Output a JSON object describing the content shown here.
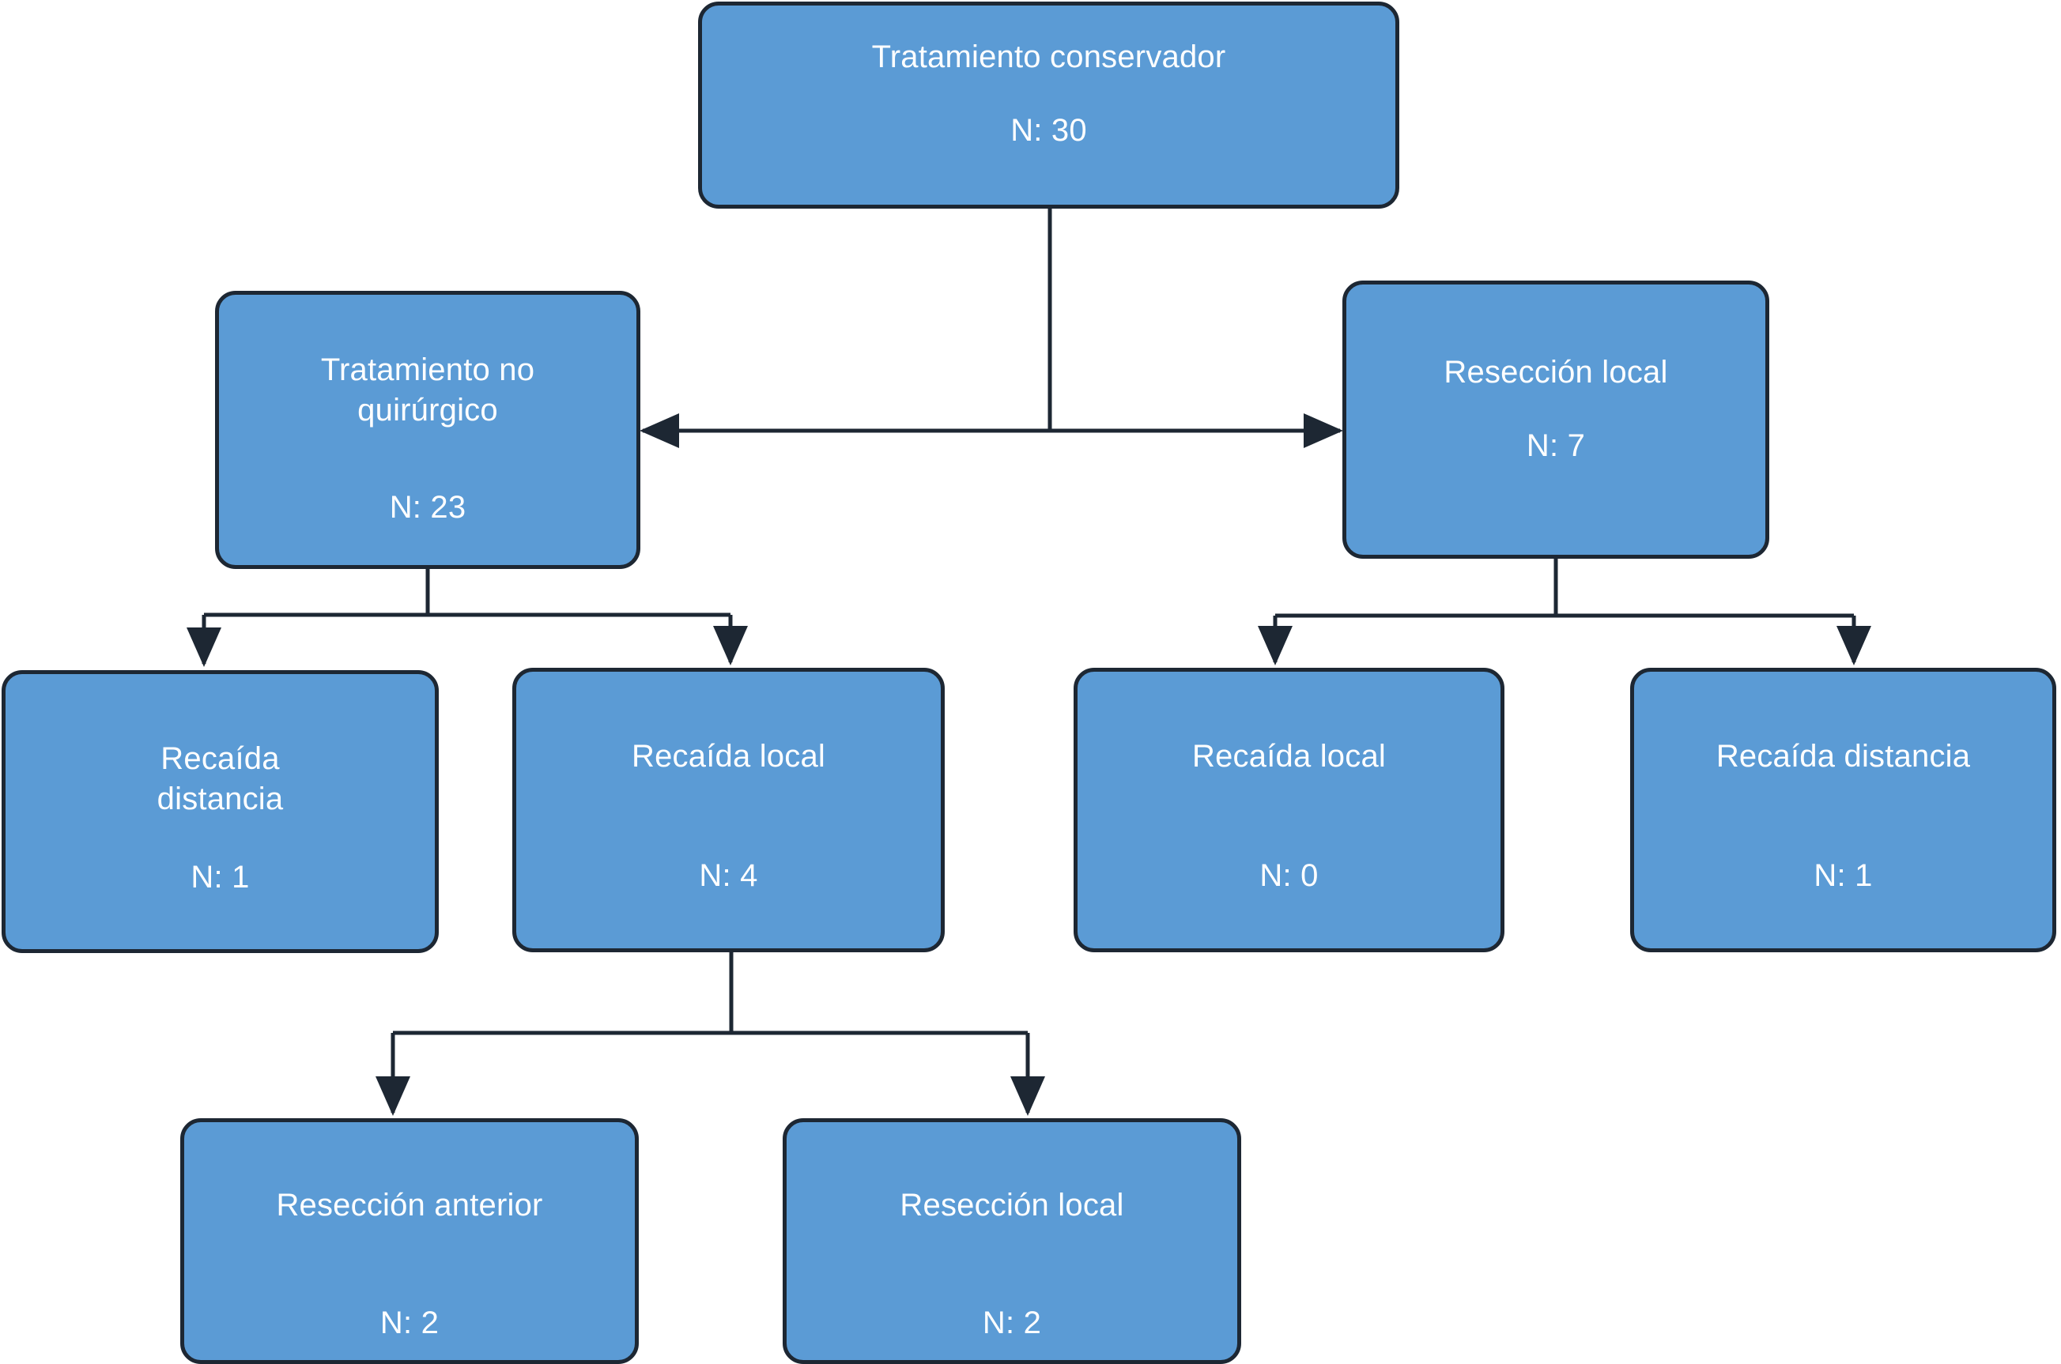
{
  "diagram": {
    "colors": {
      "node_fill": "#5b9bd5",
      "node_border": "#1d2733",
      "node_text": "#ffffff",
      "edge": "#1d2733",
      "background": "#ffffff"
    },
    "nodes": [
      {
        "id": "root",
        "title": "Tratamiento conservador",
        "count": "N: 30"
      },
      {
        "id": "nonsurg",
        "title": "Tratamiento no\nquirúrgico",
        "count": "N: 23"
      },
      {
        "id": "resloc",
        "title": "Resección local",
        "count": "N: 7"
      },
      {
        "id": "r3a",
        "title": "Recaída\ndistancia",
        "count": "N: 1"
      },
      {
        "id": "r3b",
        "title": "Recaída local",
        "count": "N: 4"
      },
      {
        "id": "r3c",
        "title": "Recaída local",
        "count": "N: 0"
      },
      {
        "id": "r3d",
        "title": "Recaída distancia",
        "count": "N: 1"
      },
      {
        "id": "r4a",
        "title": "Resección anterior",
        "count": "N: 2"
      },
      {
        "id": "r4b",
        "title": "Resección local",
        "count": "N: 2"
      }
    ],
    "edges": [
      {
        "from": "root",
        "to": "nonsurg",
        "arrow": "both"
      },
      {
        "from": "root",
        "to": "resloc",
        "arrow": "both"
      },
      {
        "from": "nonsurg",
        "to": "r3a",
        "arrow": "end"
      },
      {
        "from": "nonsurg",
        "to": "r3b",
        "arrow": "end"
      },
      {
        "from": "resloc",
        "to": "r3c",
        "arrow": "end"
      },
      {
        "from": "resloc",
        "to": "r3d",
        "arrow": "end"
      },
      {
        "from": "r3b",
        "to": "r4a",
        "arrow": "end"
      },
      {
        "from": "r3b",
        "to": "r4b",
        "arrow": "end"
      }
    ]
  }
}
